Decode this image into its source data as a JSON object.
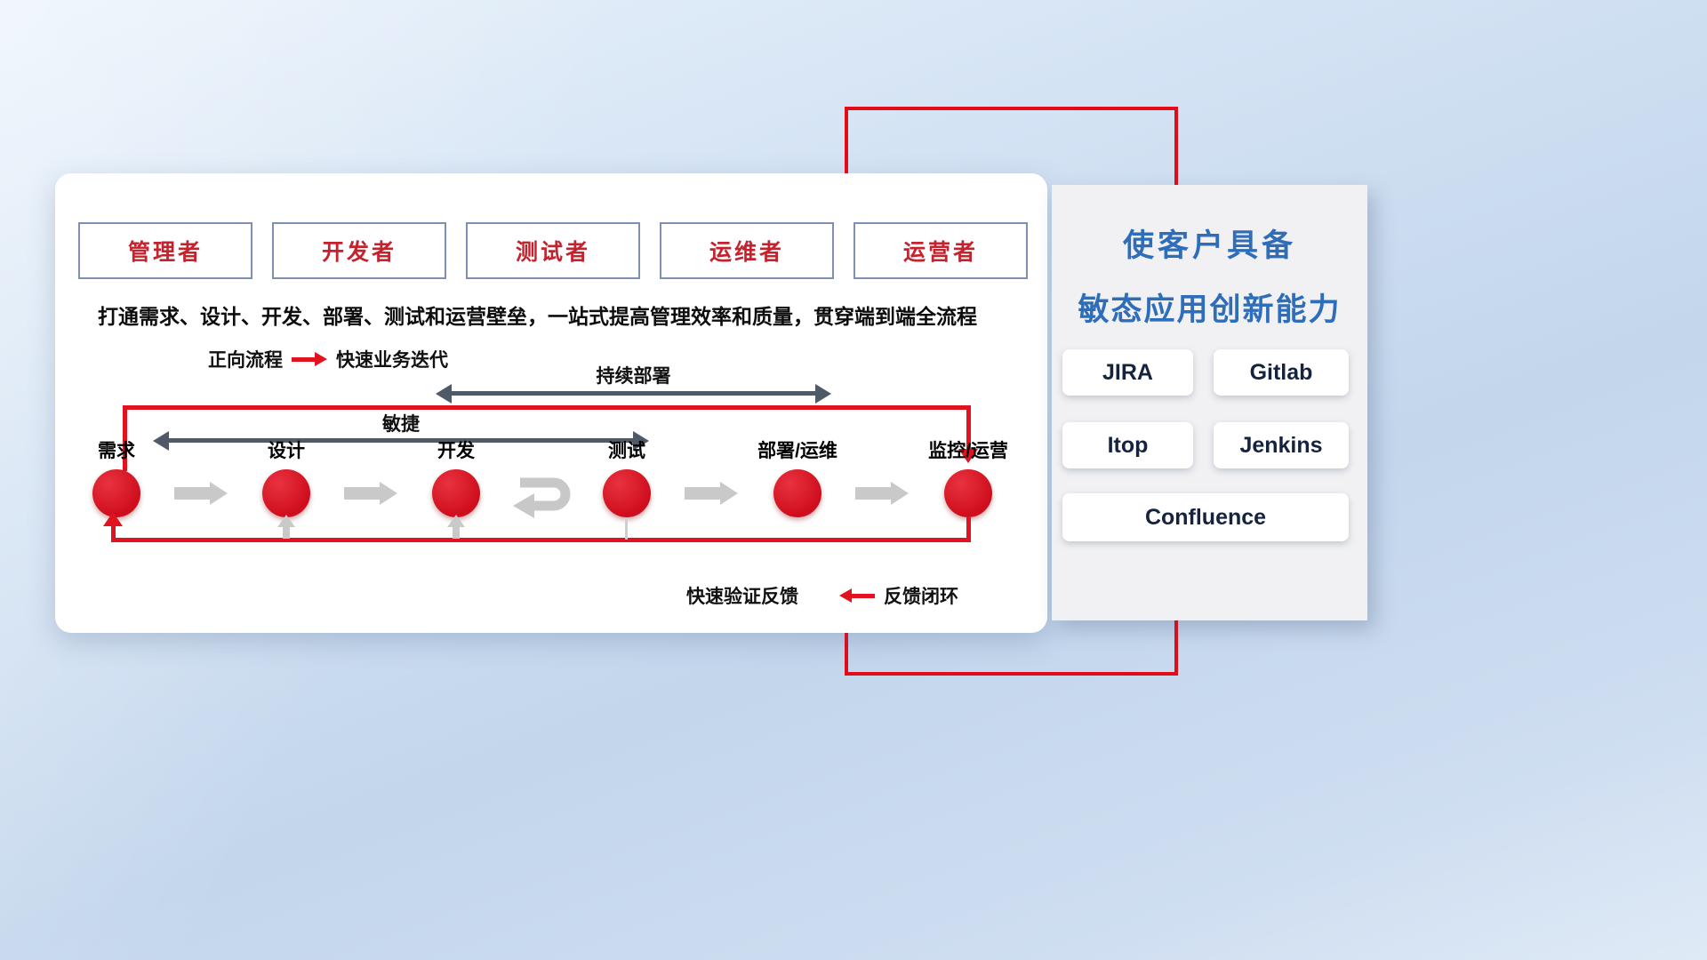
{
  "card": {
    "roles": [
      "管理者",
      "开发者",
      "测试者",
      "运维者",
      "运营者"
    ],
    "subtitle": "打通需求、设计、开发、部署、测试和运营壁垒，一站式提高管理效率和质量，贯穿端到端全流程",
    "forward_legend": {
      "label": "正向流程",
      "desc": "快速业务迭代"
    },
    "span_arrows": {
      "continuous_deploy": "持续部署",
      "agile": "敏捷"
    },
    "stages": [
      "需求",
      "设计",
      "开发",
      "测试",
      "部署/运维",
      "监控/运营"
    ],
    "feedback_legend": {
      "desc": "快速验证反馈",
      "label": "反馈闭环"
    }
  },
  "panel": {
    "title_line1": "使客户具备",
    "title_line2": "敏态应用创新能力",
    "tools": [
      "JIRA",
      "Gitlab",
      "Itop",
      "Jenkins",
      "Confluence"
    ]
  },
  "colors": {
    "red": "#e0131e",
    "title_blue": "#2e6db9",
    "dark_arrow": "#4e5a68"
  }
}
